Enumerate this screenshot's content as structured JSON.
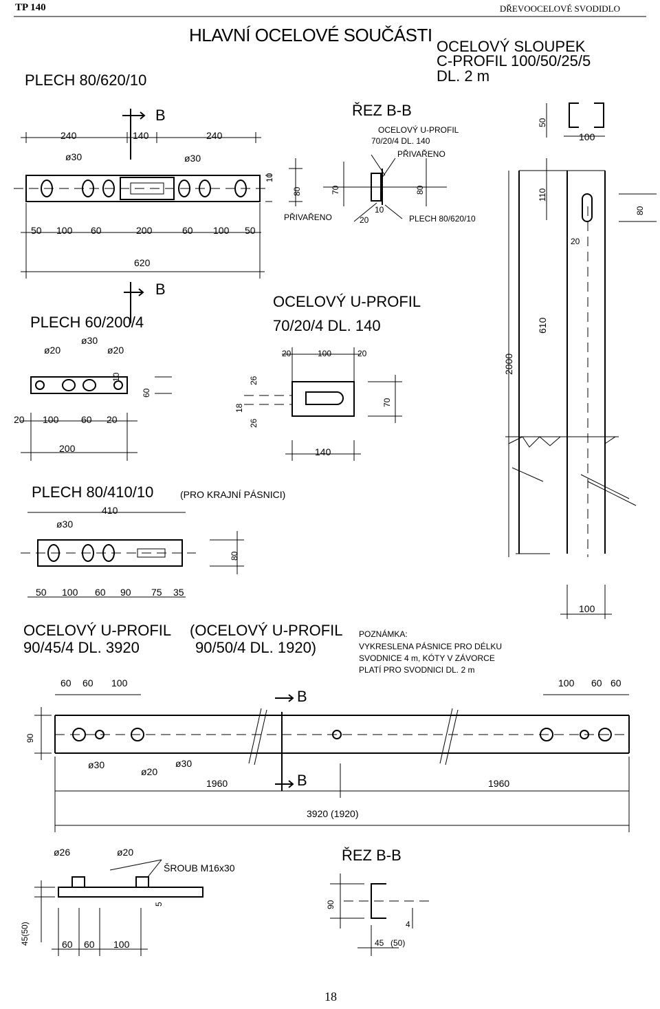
{
  "header": {
    "doc_code": "TP 140",
    "doc_title": "DŘEVOOCELOVÉ SVODIDLO",
    "page_number": "18"
  },
  "main_title": "HLAVNÍ OCELOVÉ SOUČÁSTI",
  "post": {
    "title_line1": "OCELOVÝ SLOUPEK",
    "title_line2": "C-PROFIL 100/50/25/5",
    "title_line3": "DL. 2 m",
    "dims": [
      "50",
      "100",
      "110",
      "80",
      "20",
      "610",
      "2000",
      "100"
    ]
  },
  "plate_620": {
    "title": "PLECH 80/620/10",
    "section_mark": "B",
    "dims_top": [
      "240",
      "140",
      "240"
    ],
    "holes": [
      "ø30",
      "ø30"
    ],
    "dims_bottom": [
      "50",
      "100",
      "60",
      "200",
      "60",
      "100",
      "50"
    ],
    "total": "620",
    "side_dims": [
      "10",
      "80"
    ]
  },
  "section_bb_top": {
    "title": "ŘEZ B-B",
    "note1": "OCELOVÝ U-PROFIL",
    "note2": "70/20/4 DL. 140",
    "welded": "PŘIVAŘENO",
    "welded_left": "PŘIVAŘENO",
    "plate_ref": "PLECH 80/620/10",
    "dims": [
      "70",
      "80",
      "20",
      "10"
    ]
  },
  "u_profil_70": {
    "title_line1": "OCELOVÝ U-PROFIL",
    "title_line2": "70/20/4 DL. 140",
    "dims": [
      "20",
      "100",
      "20",
      "26",
      "18",
      "26",
      "70",
      "140"
    ]
  },
  "plate_200": {
    "title": "PLECH 60/200/4",
    "section_mark": "B",
    "holes": [
      "ø20",
      "ø30",
      "ø20"
    ],
    "dims_bottom": [
      "20",
      "100",
      "60",
      "20"
    ],
    "total": "200",
    "side_dims": [
      "10",
      "60"
    ]
  },
  "plate_410": {
    "title": "PLECH 80/410/10",
    "subtitle": "(PRO KRAJNÍ PÁSNICI)",
    "total": "410",
    "hole": "ø30",
    "dims_bottom": [
      "50",
      "100",
      "60",
      "90",
      "75",
      "35"
    ],
    "side_dim": "80"
  },
  "u_profil_90": {
    "title_line1": "OCELOVÝ U-PROFIL",
    "title_line2": "90/45/4 DL. 3920",
    "alt_line1": "(OCELOVÝ U-PROFIL",
    "alt_line2": "90/50/4 DL. 1920)",
    "note_title": "POZNÁMKA:",
    "note_line1": "VYKRESLENA PÁSNICE PRO DÉLKU",
    "note_line2": "SVODNICE 4 m, KÓTY V ZÁVORCE",
    "note_line3": "PLATÍ PRO SVODNICI DL. 2 m",
    "dims_top_left": [
      "60",
      "60",
      "100"
    ],
    "dims_top_right": [
      "100",
      "60",
      "60"
    ],
    "holes": [
      "ø30",
      "ø20",
      "ø30"
    ],
    "side_dim": "90",
    "half_left": "1960",
    "half_right": "1960",
    "total": "3920 (1920)",
    "section_mark": "B"
  },
  "bolt_detail": {
    "holes": [
      "ø26",
      "ø20"
    ],
    "bolt": "ŠROUB M16x30",
    "dims": [
      "5",
      "45(50)",
      "60",
      "60",
      "100"
    ]
  },
  "section_bb_bottom": {
    "title": "ŘEZ B-B",
    "dims": [
      "90",
      "4",
      "45",
      "(50)"
    ]
  }
}
